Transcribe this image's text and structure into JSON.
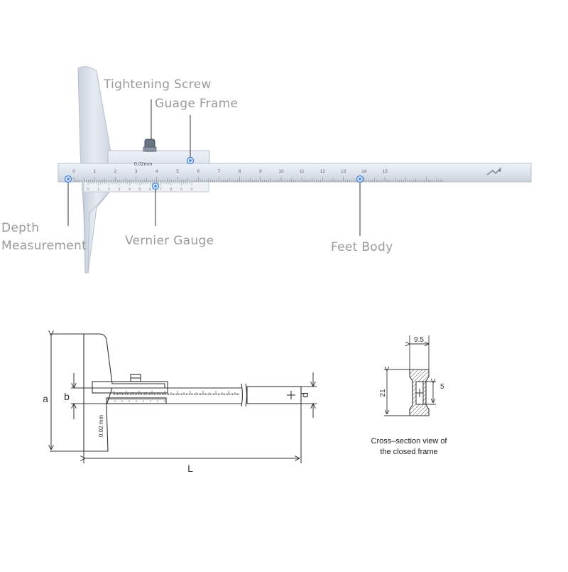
{
  "callouts": {
    "tightening_screw": "Tightening Screw",
    "gauge_frame": "Guage Frame",
    "depth_line1": "Depth",
    "depth_line2": "Measurement",
    "vernier_gauge": "Vernier Gauge",
    "feet_body": "Feet Body"
  },
  "scale": {
    "main_numbers": [
      "0",
      "1",
      "2",
      "3",
      "4",
      "5",
      "6",
      "7",
      "8",
      "9",
      "10",
      "11",
      "12",
      "13",
      "14",
      "15"
    ],
    "vernier_label": "0.02mm",
    "vernier_numbers": [
      "0",
      "1",
      "2",
      "3",
      "4",
      "5",
      "6",
      "7",
      "8",
      "9",
      "0"
    ]
  },
  "dimensions": {
    "a": "a",
    "b": "b",
    "d": "d",
    "L": "L",
    "vertical_label": "0.02 mm",
    "width": "9.5",
    "height": "21",
    "inner": "5"
  },
  "caption": {
    "line1": "Cross–section view of",
    "line2": "the closed frame"
  },
  "colors": {
    "steel": "#dfe5ee",
    "steel_edge": "#b6bfcc",
    "callout": "#9a9a9a",
    "dot": "#3a7bd5",
    "line": "#333333"
  }
}
